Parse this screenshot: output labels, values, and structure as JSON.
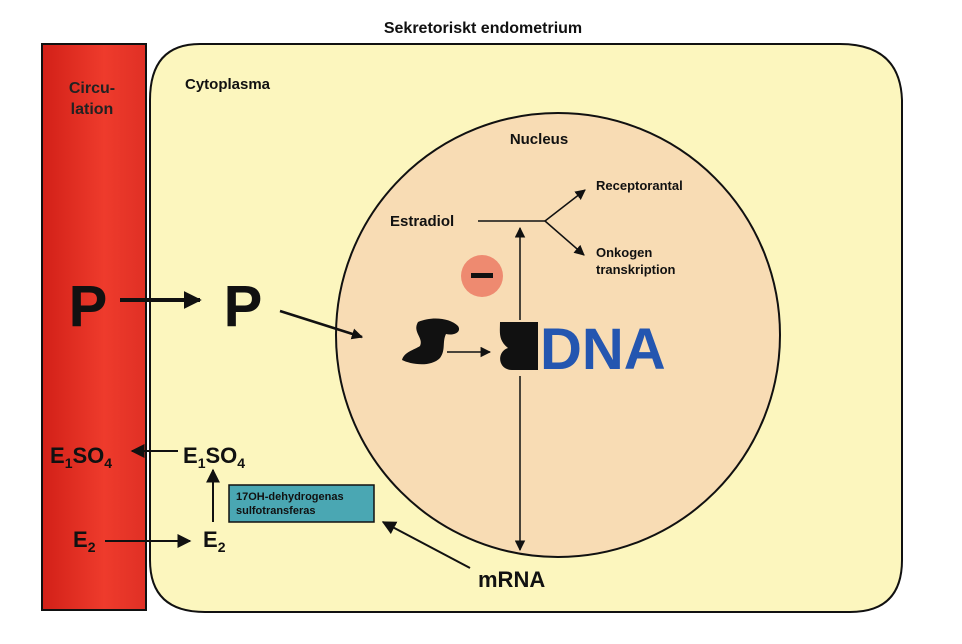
{
  "title": "Sekretoriskt endometrium",
  "circulation": {
    "line1": "Circu-",
    "line2": "lation"
  },
  "cytoplasm_label": "Cytoplasma",
  "nucleus_label": "Nucleus",
  "progesterone": {
    "circulation": "P",
    "cell": "P"
  },
  "estradiol": "Estradiol",
  "receptor_text": "Receptorantal",
  "onkogen": {
    "line1": "Onkogen",
    "line2": "transkription"
  },
  "inhibition_symbol": "−",
  "dna": "DNA",
  "mrna": "mRNA",
  "enzyme_box": {
    "line1": "17OH-dehydrogenas",
    "line2": "sulfotransferas"
  },
  "e1so4_circ": {
    "base": "E",
    "sub1": "1",
    "mid": "SO",
    "sub2": "4"
  },
  "e1so4_cell": {
    "base": "E",
    "sub1": "1",
    "mid": "SO",
    "sub2": "4"
  },
  "e2_circ": {
    "base": "E",
    "sub": "2"
  },
  "e2_cell": {
    "base": "E",
    "sub": "2"
  },
  "colors": {
    "circulation_fill": "#e8322a",
    "cytoplasm_fill": "#fcf6be",
    "nucleus_fill": "#f8dcb4",
    "dna_text": "#2456b0",
    "inhibit_fill": "#ee8a70",
    "enzyme_fill": "#4aa7b3"
  }
}
